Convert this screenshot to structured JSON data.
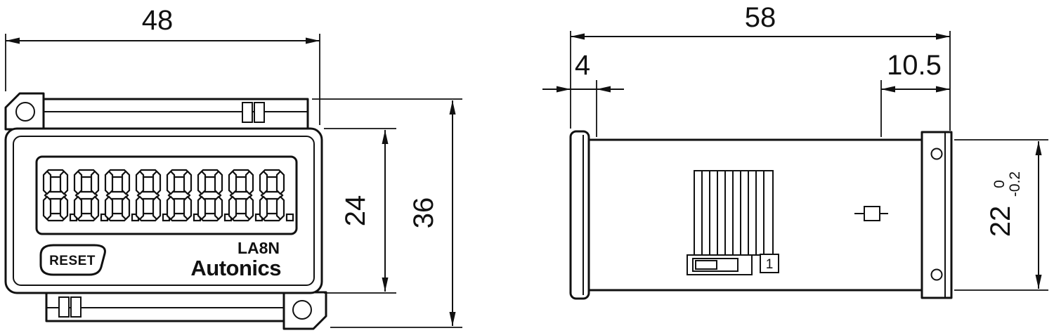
{
  "front_view": {
    "display": {
      "value": "8.8.8.8.8.8.8.8."
    },
    "reset_label": "RESET",
    "model_label": "LA8N",
    "brand_label": "Autonics",
    "dims": {
      "width": "48",
      "bezel_height": "24",
      "total_height": "36"
    }
  },
  "side_view": {
    "dims": {
      "depth": "58",
      "flange": "4",
      "rear": "10.5",
      "body_height": "22",
      "tol_upper": "0",
      "tol_lower": "-0.2"
    },
    "switch_label": "1"
  },
  "colors": {
    "line": "#111111",
    "background": "#ffffff"
  }
}
